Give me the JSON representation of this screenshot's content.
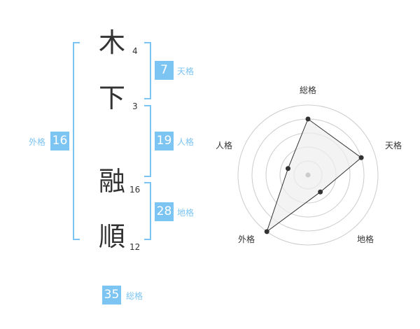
{
  "name_chars": [
    {
      "char": "木",
      "strokes": "4"
    },
    {
      "char": "下",
      "strokes": "3"
    },
    {
      "char": "融",
      "strokes": "16"
    },
    {
      "char": "順",
      "strokes": "12"
    }
  ],
  "fortune": {
    "tenkaku": {
      "value": "7",
      "label": "天格"
    },
    "jinkaku": {
      "value": "19",
      "label": "人格"
    },
    "chikaku": {
      "value": "28",
      "label": "地格"
    },
    "gaikaku": {
      "value": "16",
      "label": "外格"
    },
    "soukaku": {
      "value": "35",
      "label": "総格"
    }
  },
  "colors": {
    "accent": "#7cc4f2",
    "text": "#333333",
    "radar_fill": "#eeeeee",
    "rings": "#cccccc"
  },
  "chart_data": {
    "type": "radar",
    "axes": [
      "総格",
      "天格",
      "地格",
      "外格",
      "人格"
    ],
    "values": [
      0.8,
      0.8,
      0.3,
      1.0,
      0.3
    ],
    "rings": 5,
    "range": [
      0,
      1
    ]
  }
}
